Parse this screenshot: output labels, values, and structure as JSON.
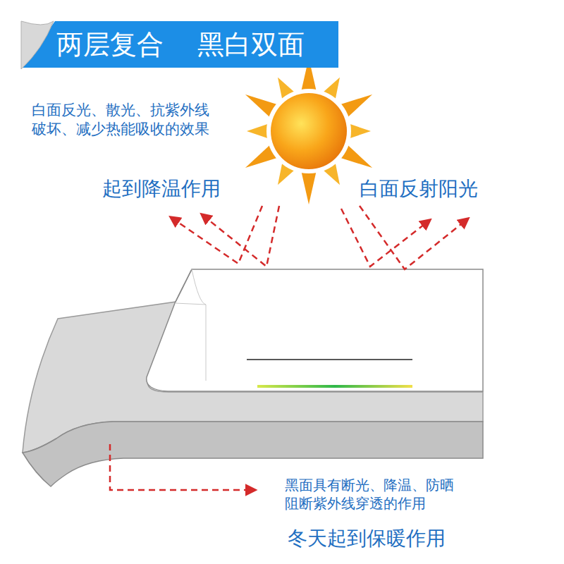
{
  "diagram": {
    "nodes": [
      {
        "text": [
          "两层复合",
          "黑白双面"
        ]
      }
    ],
    "labels": [
      "白面反光、散光、抗紫外线 破坏、减少热能吸收的效果",
      "起到降温作用",
      "白面反射阳光",
      "黑面具有断光、降温、防晒 阻断紫外线穿透的作用",
      "冬天起到保暖作用"
    ]
  }
}
